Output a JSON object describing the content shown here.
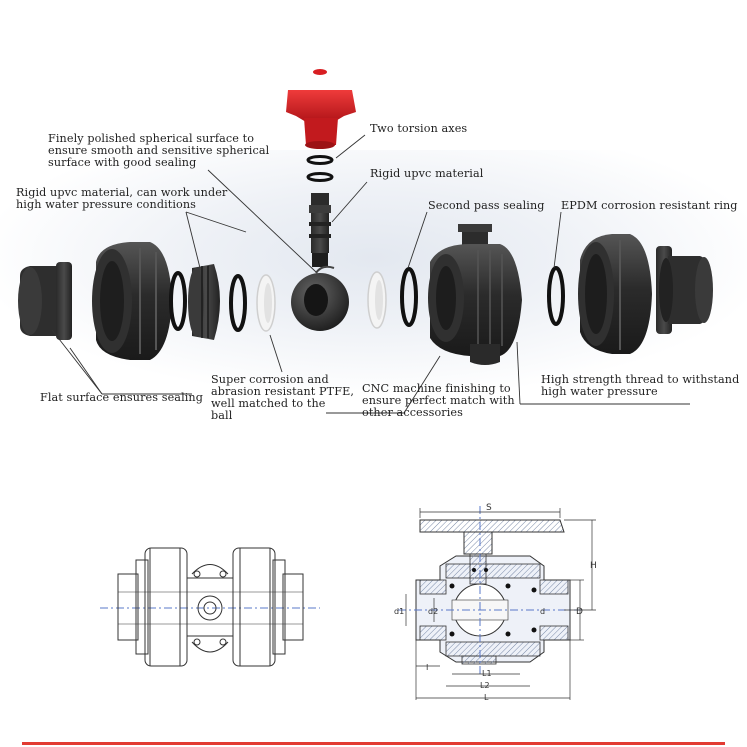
{
  "callouts": {
    "finely_polished": "Finely polished spherical surface to\nensure smooth and sensitive spherical\nsurface with good sealing",
    "two_torsion_axes": "Two torsion axes",
    "rigid_upvc": "Rigid upvc material",
    "rigid_upvc_pressure": "Rigid upvc material, can work under\nhigh water pressure conditions",
    "second_pass_sealing": "Second pass sealing",
    "epdm_ring": "EPDM corrosion resistant ring",
    "flat_surface": "Flat surface ensures sealing",
    "ptfe": "Super corrosion and\nabrasion resistant PTFE,\nwell matched to the\nball",
    "cnc": "CNC machine finishing to\nensure perfect match with\nother accessories",
    "high_strength_thread": "High strength thread to withstand\nhigh water pressure"
  },
  "dimension_labels": {
    "s": "S",
    "h": "H",
    "d1": "d1",
    "d2": "d2",
    "d": "d",
    "D": "D",
    "I": "I",
    "L1": "L1",
    "L2": "L2",
    "L": "L"
  },
  "colors": {
    "part_dark": "#3a3a3a",
    "handle_red": "#d81e22",
    "accent_rule": "#e23b32"
  }
}
